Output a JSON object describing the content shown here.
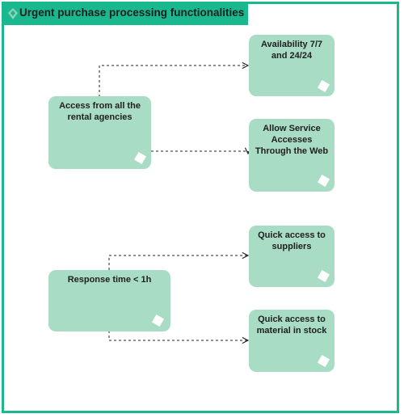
{
  "title": "Urgent purchase processing functionalities",
  "icons": {
    "title": "diamond-tag-icon",
    "node_corner": "white-diamond-icon"
  },
  "colors": {
    "accent": "#19b88f",
    "node_fill": "#a8dcc4",
    "link": "#222222"
  },
  "nodes": {
    "access_agencies": "Access from all the rental agencies",
    "availability": "Availability 7/7 and 24/24",
    "web_access": "Allow Service Accesses Through the Web",
    "response_time": "Response time < 1h",
    "suppliers": "Quick access to suppliers",
    "stock": "Quick access to material in stock"
  }
}
